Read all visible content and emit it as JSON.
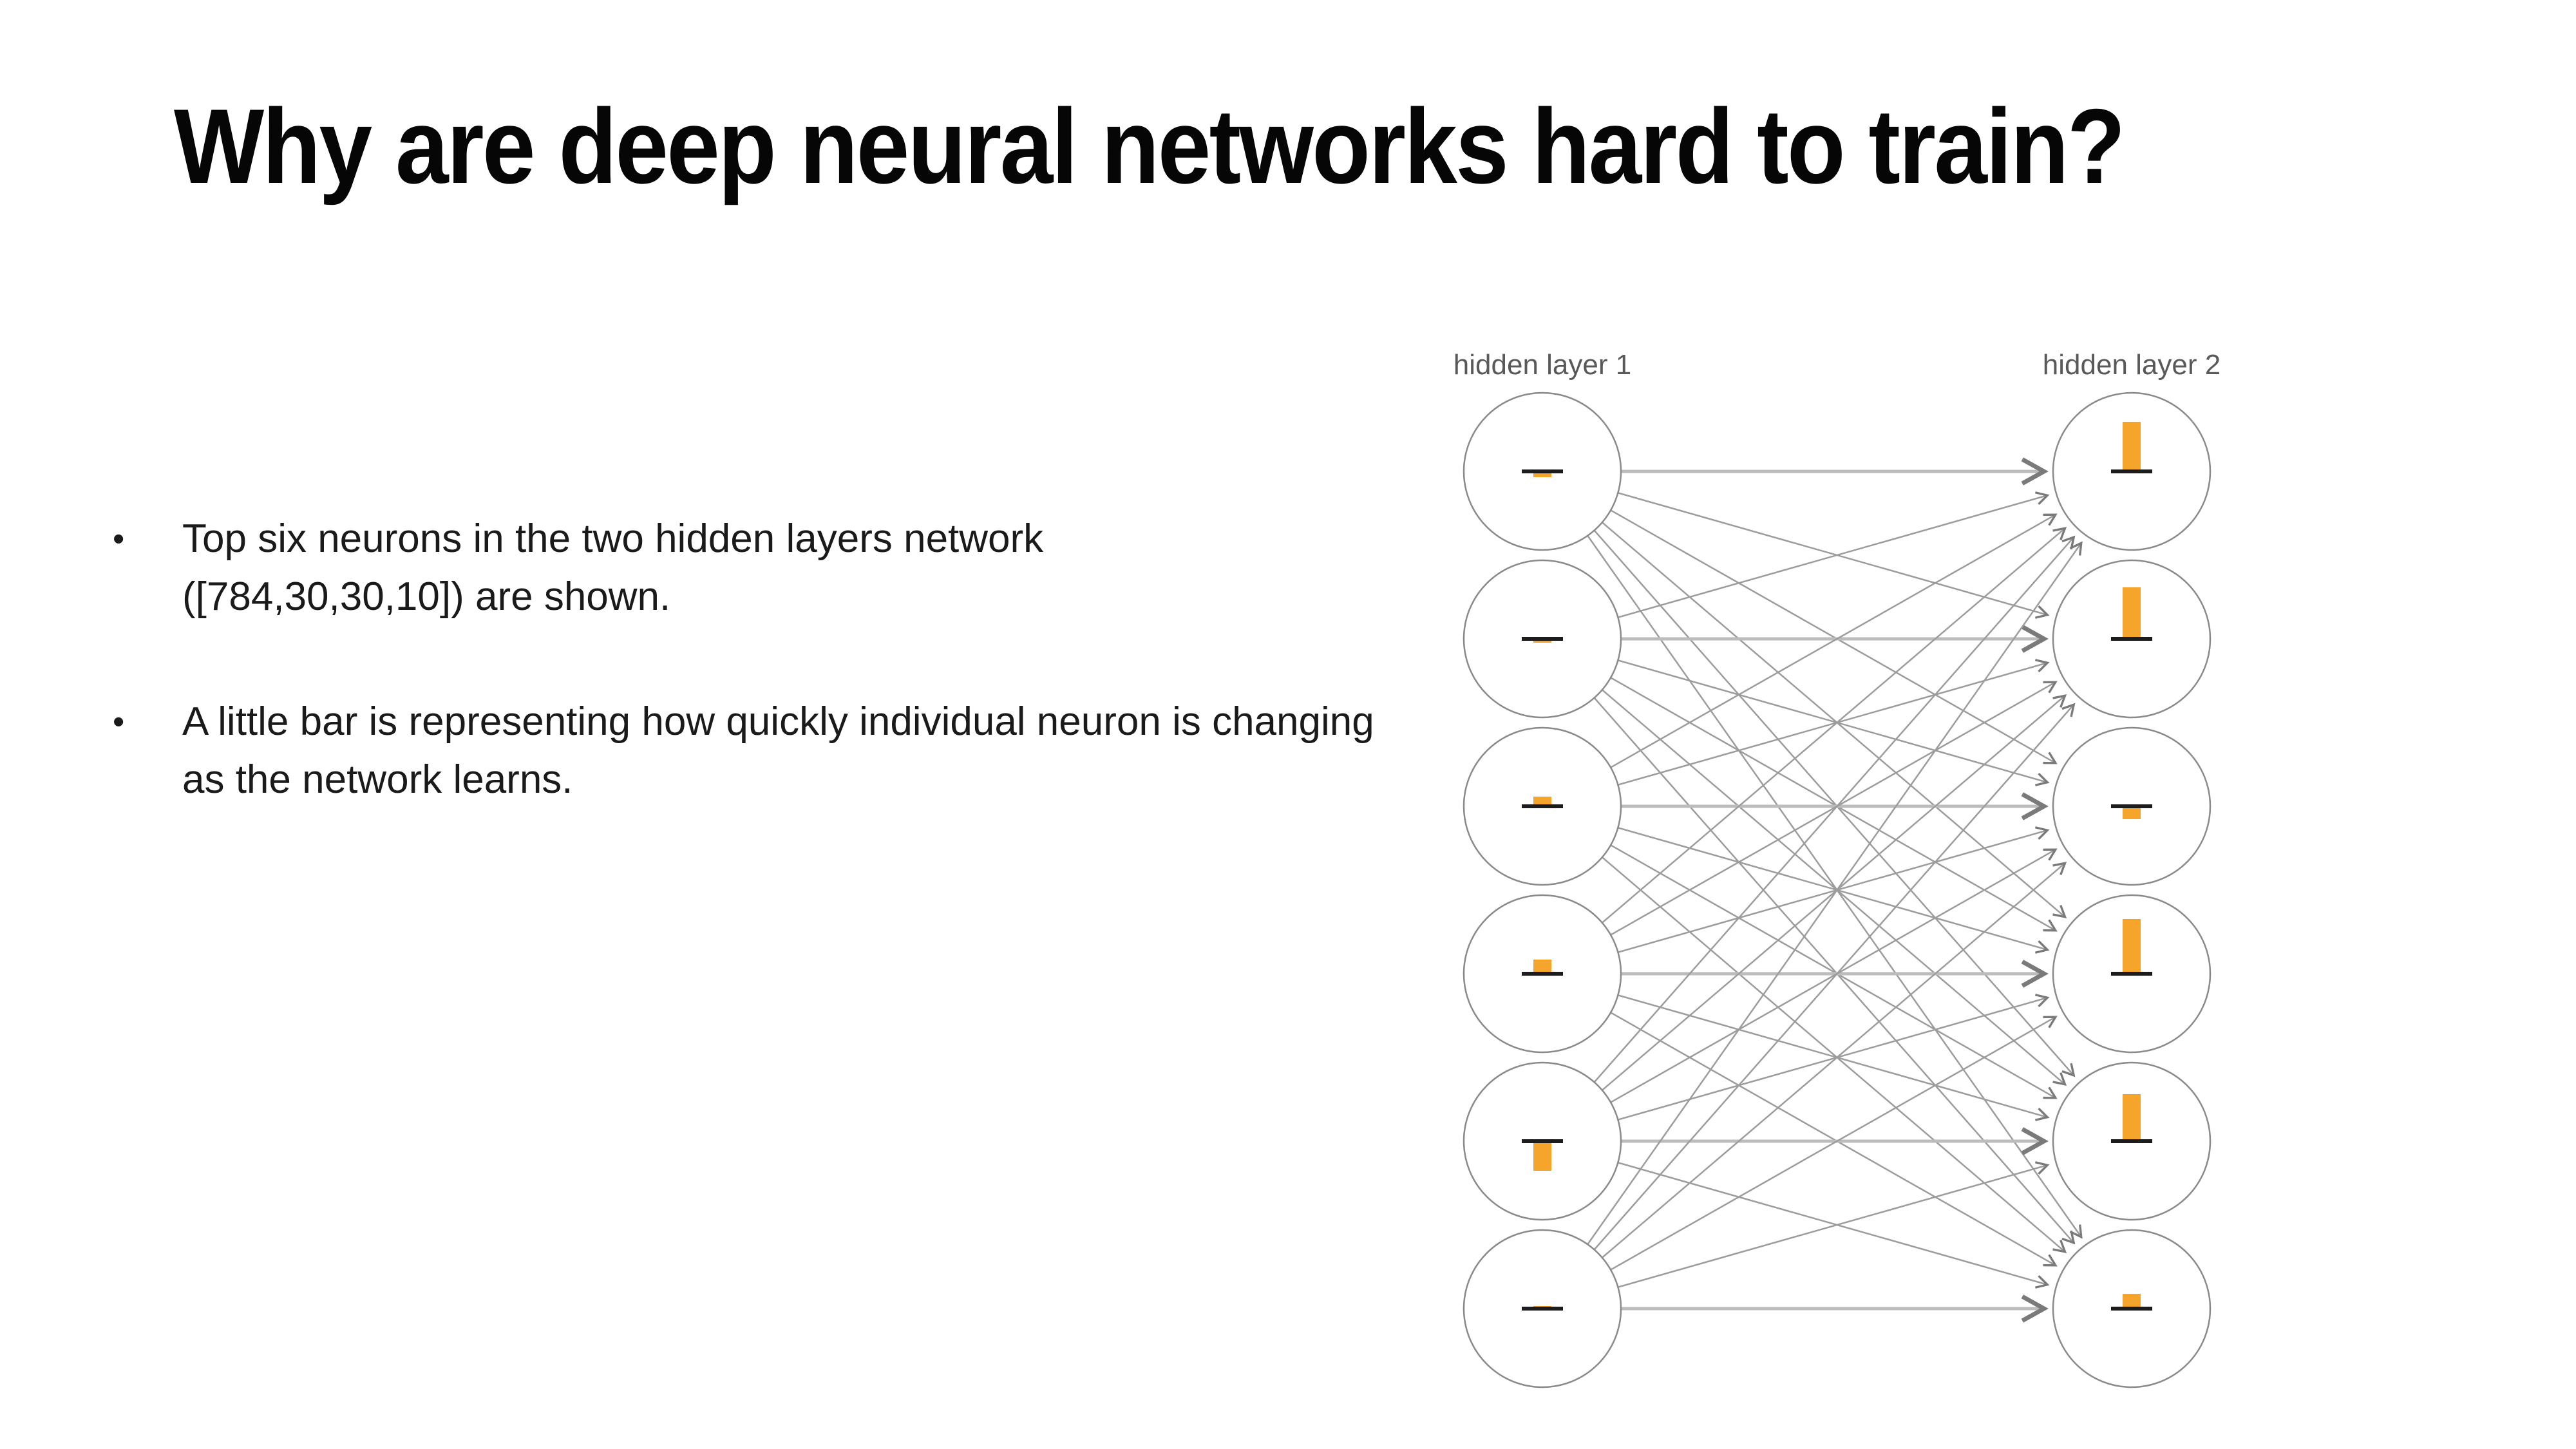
{
  "slide": {
    "title": "Why are deep neural networks hard to train?",
    "bullet_glyph": "•",
    "bullets": [
      "Top six neurons in the two hidden layers network ([784,30,30,10]) are shown.",
      "A little bar is representing how quickly individual neuron is changing as the network learns."
    ]
  },
  "chart_data": {
    "type": "diagram",
    "subtype": "neural-network-training-speed",
    "description": "Top six neurons of the two hidden layers of a [784,30,30,10] network; each neuron shows a small orange bar whose signed length represents how quickly that neuron is learning. Layer 1 is fully connected to layer 2 with arrows (36 connections).",
    "layers": [
      {
        "label": "hidden layer 1",
        "neurons": [
          {
            "bar": -9
          },
          {
            "bar": -6
          },
          {
            "bar": 15
          },
          {
            "bar": 22
          },
          {
            "bar": -46
          },
          {
            "bar": 4
          }
        ]
      },
      {
        "label": "hidden layer 2",
        "neurons": [
          {
            "bar": 77
          },
          {
            "bar": 80
          },
          {
            "bar": -20
          },
          {
            "bar": 85
          },
          {
            "bar": 73
          },
          {
            "bar": 23
          }
        ]
      }
    ],
    "bar_unit": "signed pixels; positive bars point up from the black baseline, negative bars point down",
    "connections": "fully connected 6x6, arrowheads at hidden layer 2",
    "legend_position": "none",
    "colors": {
      "bar": "#F5A52B",
      "baseline": "#1C1C1C",
      "edge": "#9C9C9C",
      "edge_emphasis": "#BCBCBC",
      "circle_stroke": "#8A8A8A",
      "layer_label": "#595959",
      "title_text": "#060606",
      "body_text": "#1A1A1A",
      "background": "#FFFFFF"
    }
  }
}
